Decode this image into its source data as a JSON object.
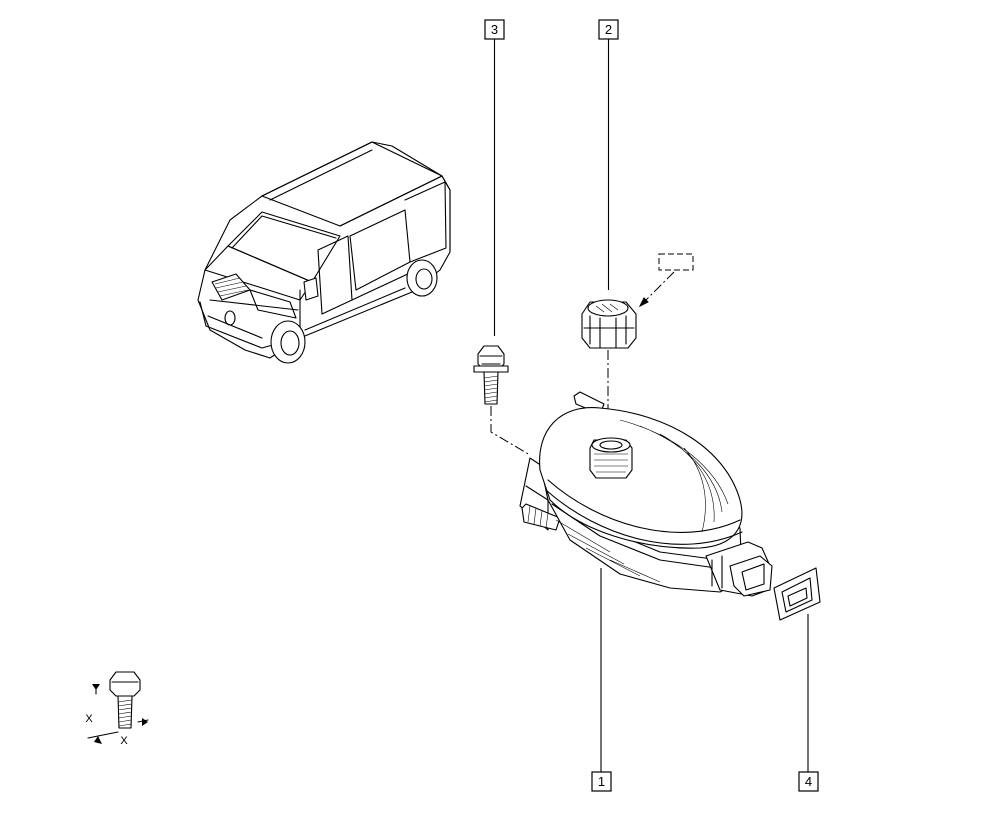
{
  "callouts": {
    "part_1": "1",
    "part_2": "2",
    "part_3": "3",
    "part_4": "4"
  },
  "torque_legend": {
    "x_upper": "X",
    "x_lower": "X"
  },
  "colors": {
    "line": "#000000",
    "background": "#ffffff"
  }
}
